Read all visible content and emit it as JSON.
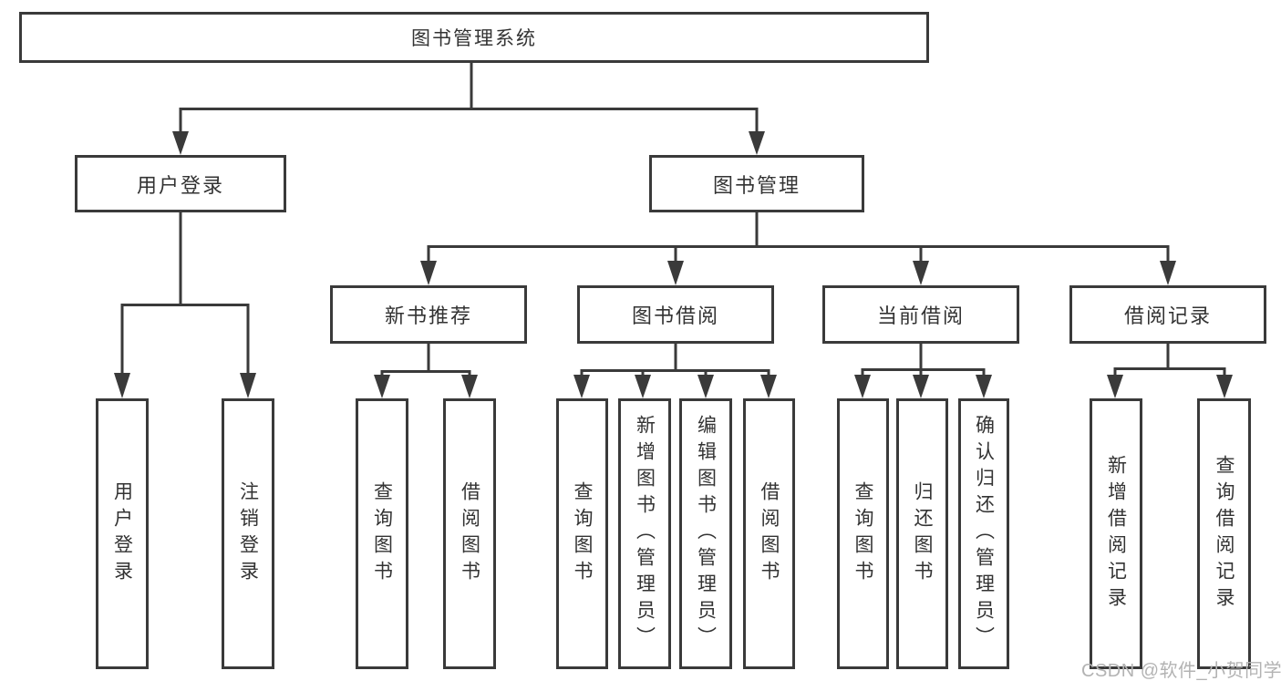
{
  "tree": {
    "root": {
      "label": "图书管理系统",
      "children": [
        {
          "label": "用户登录",
          "children": [
            {
              "label": "用户登录"
            },
            {
              "label": "注销登录"
            }
          ]
        },
        {
          "label": "图书管理",
          "children": [
            {
              "label": "新书推荐",
              "children": [
                {
                  "label": "查询图书"
                },
                {
                  "label": "借阅图书"
                }
              ]
            },
            {
              "label": "图书借阅",
              "children": [
                {
                  "label": "查询图书"
                },
                {
                  "label": "新增图书（管理员）"
                },
                {
                  "label": "编辑图书（管理员）"
                },
                {
                  "label": "借阅图书"
                }
              ]
            },
            {
              "label": "当前借阅",
              "children": [
                {
                  "label": "查询图书"
                },
                {
                  "label": "归还图书"
                },
                {
                  "label": "确认归还（管理员）"
                }
              ]
            },
            {
              "label": "借阅记录",
              "children": [
                {
                  "label": "新增借阅记录"
                },
                {
                  "label": "查询借阅记录"
                }
              ]
            }
          ]
        }
      ]
    }
  },
  "watermark": {
    "text": "CSDN @软件_小贺同学"
  },
  "colors": {
    "line": "#3a3a3a",
    "border": "#3a3a3a",
    "text": "#333333",
    "watermark": "#b3b3b3",
    "background": "#ffffff"
  }
}
